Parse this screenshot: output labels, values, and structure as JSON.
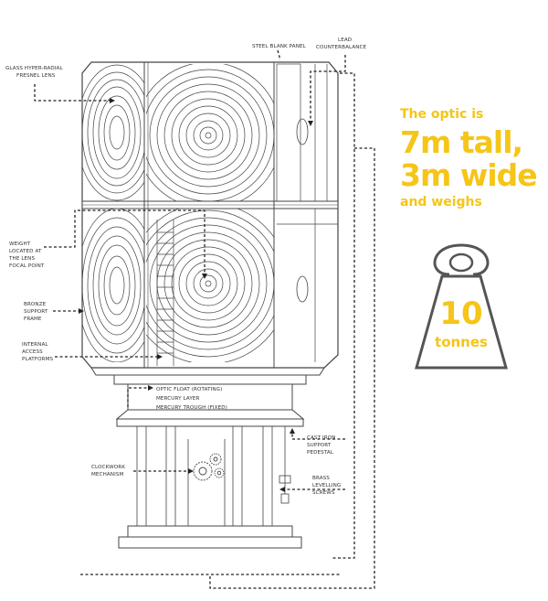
{
  "labels": {
    "glass_lens": [
      "GLASS HYPER-RADIAL",
      "FRESNEL LENS"
    ],
    "steel_panel": [
      "STEEL BLANK PANEL"
    ],
    "lead_counterbalance": [
      "LEAD",
      "COUNTERBALANCE"
    ],
    "weight_focal": [
      "WEIGHT",
      "LOCATED AT",
      "THE LENS",
      "FOCAL POINT"
    ],
    "bronze_frame": [
      "BRONZE",
      "SUPPORT",
      "FRAME"
    ],
    "access_platforms": [
      "INTERNAL",
      "ACCESS",
      "PLATFORMS"
    ],
    "optic_float": [
      "OPTIC FLOAT (ROTATING)"
    ],
    "mercury_layer": [
      "MERCURY LAYER"
    ],
    "mercury_trough": [
      "MERCURY TROUGH (FIXED)"
    ],
    "cast_iron": [
      "CAST IRON",
      "SUPPORT",
      "PEDESTAL"
    ],
    "clockwork": [
      "CLOCKWORK",
      "MECHANISM"
    ],
    "brass_screws": [
      "BRASS",
      "LEVELLING",
      "SCREWS"
    ]
  },
  "facts": {
    "line1": "The optic is",
    "line2": "7m tall,",
    "line3": "3m wide",
    "line4": "and weighs"
  },
  "weight": {
    "value": "10",
    "unit": "tonnes"
  },
  "colors": {
    "accent": "#f5c518",
    "ink": "#333333"
  },
  "icons": [
    "weight-icon",
    "gear-icon"
  ]
}
